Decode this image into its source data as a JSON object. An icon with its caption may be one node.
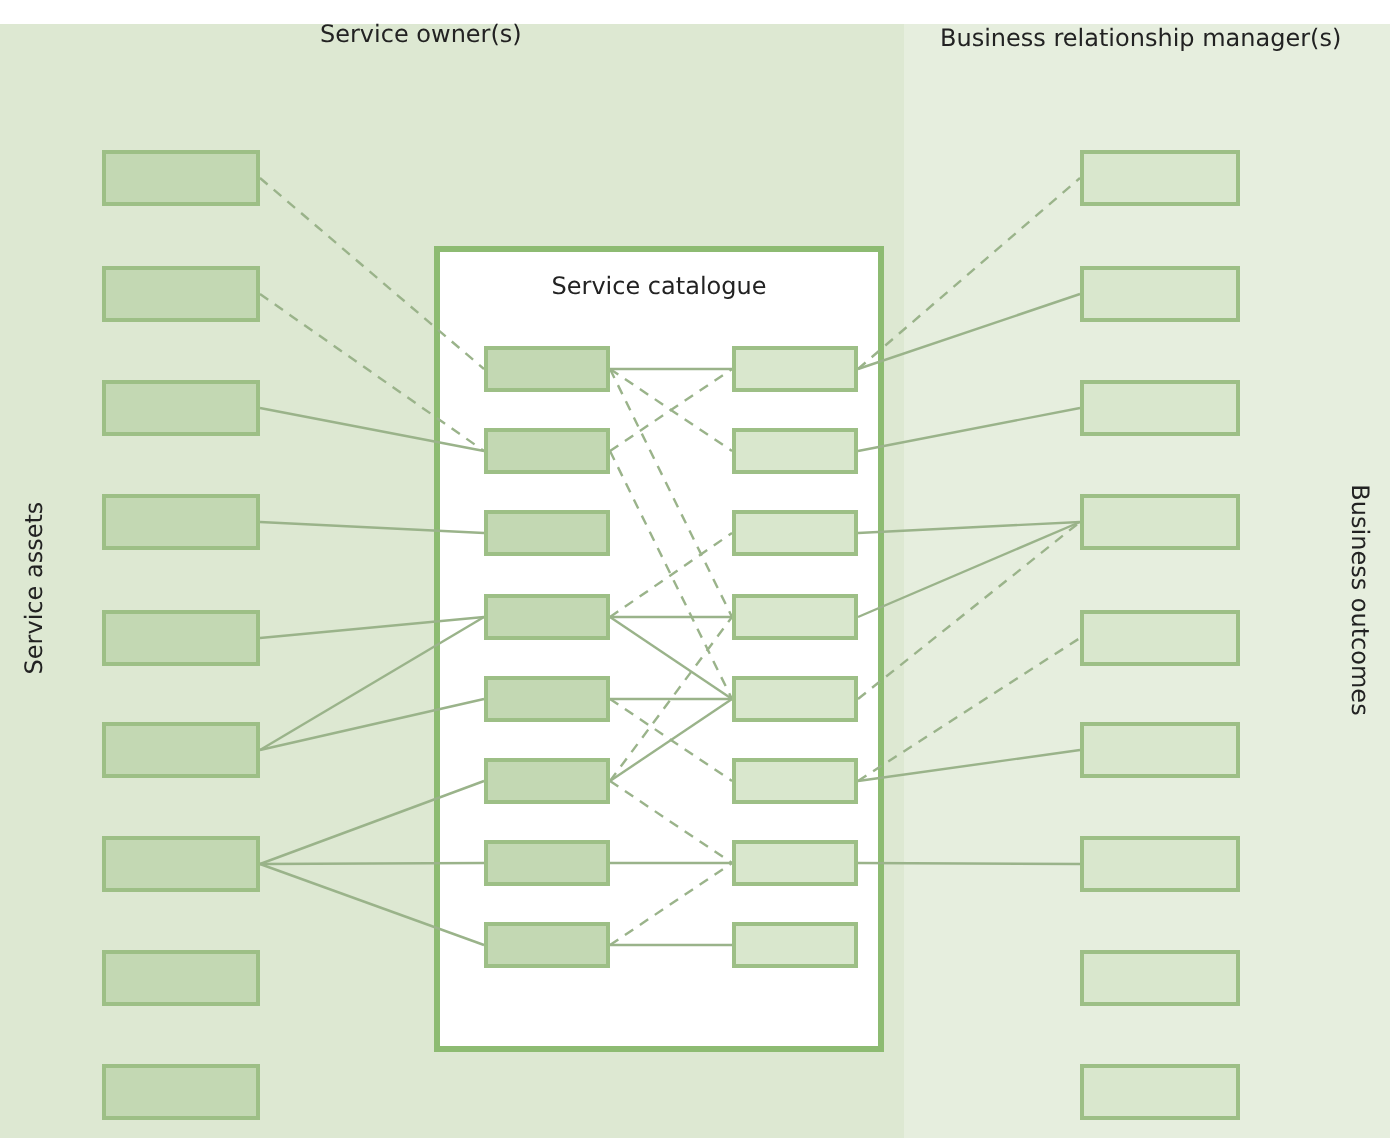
{
  "diagram": {
    "nodes": [
      {
        "text": [],
        "shape": "box"
      },
      {
        "text": [],
        "shape": "box"
      },
      {
        "text": [],
        "shape": "box"
      },
      {
        "text": [],
        "shape": "box"
      },
      {
        "text": [],
        "shape": "box"
      },
      {
        "text": [],
        "shape": "box"
      },
      {
        "text": [],
        "shape": "box"
      },
      {
        "text": [],
        "shape": "box"
      },
      {
        "text": [],
        "shape": "box"
      },
      {
        "text": [
          "Service catalogue"
        ]
      },
      {
        "text": [],
        "shape": "box",
        "in": 9
      },
      {
        "text": [],
        "shape": "box",
        "in": 9
      },
      {
        "text": [],
        "shape": "box",
        "in": 9
      },
      {
        "text": [],
        "shape": "box",
        "in": 9
      },
      {
        "text": [],
        "shape": "box",
        "in": 9
      },
      {
        "text": [],
        "shape": "box",
        "in": 9
      },
      {
        "text": [],
        "shape": "box",
        "in": 9
      },
      {
        "text": [],
        "shape": "box",
        "in": 9
      },
      {
        "text": [],
        "shape": "box",
        "in": 9
      },
      {
        "text": [],
        "shape": "box",
        "in": 9
      },
      {
        "text": [],
        "shape": "box",
        "in": 9
      },
      {
        "text": [],
        "shape": "box",
        "in": 9
      },
      {
        "text": [],
        "shape": "box",
        "in": 9
      },
      {
        "text": [],
        "shape": "box",
        "in": 9
      },
      {
        "text": [],
        "shape": "box",
        "in": 9
      },
      {
        "text": [],
        "shape": "box",
        "in": 9
      },
      {
        "text": [],
        "shape": "box"
      },
      {
        "text": [],
        "shape": "box"
      },
      {
        "text": [],
        "shape": "box"
      },
      {
        "text": [],
        "shape": "box"
      },
      {
        "text": [],
        "shape": "box"
      },
      {
        "text": [],
        "shape": "box"
      },
      {
        "text": [],
        "shape": "box"
      },
      {
        "text": [],
        "shape": "box"
      },
      {
        "text": [],
        "shape": "box"
      }
    ],
    "edges": [
      {
        "from": 0,
        "to": 10,
        "arrow": "none",
        "style": "dashed"
      },
      {
        "from": 1,
        "to": 11,
        "arrow": "none",
        "style": "dashed"
      },
      {
        "from": 2,
        "to": 11,
        "arrow": "none"
      },
      {
        "from": 3,
        "to": 12,
        "arrow": "none"
      },
      {
        "from": 4,
        "to": 13,
        "arrow": "none"
      },
      {
        "from": 5,
        "to": 13,
        "arrow": "none"
      },
      {
        "from": 5,
        "to": 14,
        "arrow": "none"
      },
      {
        "from": 6,
        "to": 15,
        "arrow": "none"
      },
      {
        "from": 6,
        "to": 16,
        "arrow": "none"
      },
      {
        "from": 6,
        "to": 17,
        "arrow": "none"
      },
      {
        "from": 10,
        "to": 18,
        "arrow": "none"
      },
      {
        "from": 10,
        "to": 19,
        "arrow": "none",
        "style": "dashed"
      },
      {
        "from": 10,
        "to": 21,
        "arrow": "none",
        "style": "dashed"
      },
      {
        "from": 11,
        "to": 18,
        "arrow": "none",
        "style": "dashed"
      },
      {
        "from": 11,
        "to": 22,
        "arrow": "none",
        "style": "dashed"
      },
      {
        "from": 13,
        "to": 20,
        "arrow": "none",
        "style": "dashed"
      },
      {
        "from": 13,
        "to": 21,
        "arrow": "none"
      },
      {
        "from": 13,
        "to": 22,
        "arrow": "none"
      },
      {
        "from": 14,
        "to": 22,
        "arrow": "none"
      },
      {
        "from": 14,
        "to": 23,
        "arrow": "none",
        "style": "dashed"
      },
      {
        "from": 15,
        "to": 21,
        "arrow": "none",
        "style": "dashed"
      },
      {
        "from": 15,
        "to": 22,
        "arrow": "none"
      },
      {
        "from": 15,
        "to": 24,
        "arrow": "none",
        "style": "dashed"
      },
      {
        "from": 16,
        "to": 24,
        "arrow": "none"
      },
      {
        "from": 17,
        "to": 24,
        "arrow": "none",
        "style": "dashed"
      },
      {
        "from": 17,
        "to": 25,
        "arrow": "none"
      },
      {
        "from": 18,
        "to": 26,
        "arrow": "none",
        "style": "dashed"
      },
      {
        "from": 18,
        "to": 27,
        "arrow": "none"
      },
      {
        "from": 19,
        "to": 28,
        "arrow": "none"
      },
      {
        "from": 20,
        "to": 29,
        "arrow": "none"
      },
      {
        "from": 21,
        "to": 29,
        "arrow": "none"
      },
      {
        "from": 22,
        "to": 29,
        "arrow": "none",
        "style": "dashed"
      },
      {
        "from": 23,
        "to": 30,
        "arrow": "none",
        "style": "dashed"
      },
      {
        "from": 23,
        "to": 31,
        "arrow": "none"
      },
      {
        "from": 24,
        "to": 32,
        "arrow": "none"
      }
    ],
    "labels": [
      "Service owner(s)",
      "Business relationship manager(s)",
      "Service assets",
      "Business outcomes"
    ]
  }
}
